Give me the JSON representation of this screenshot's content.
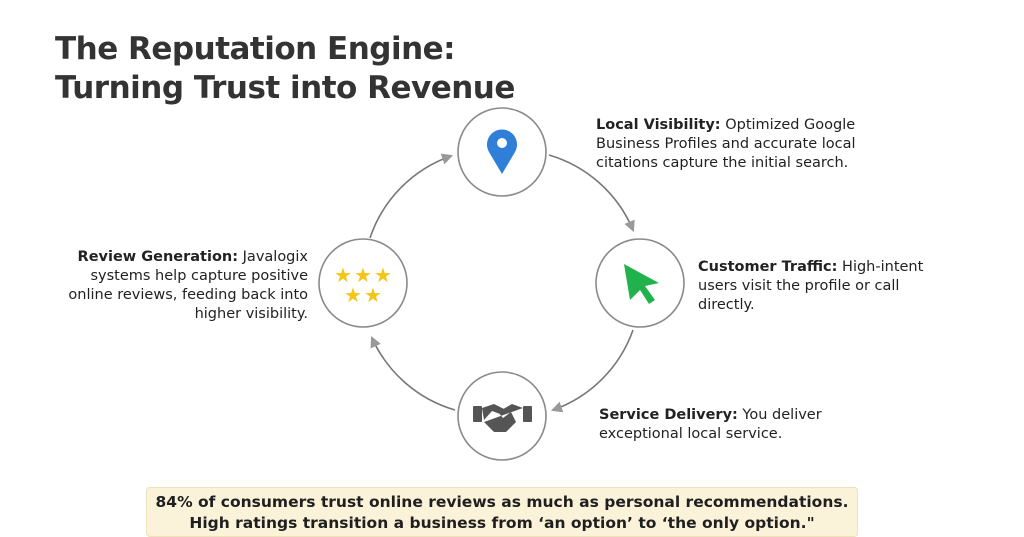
{
  "title": {
    "line1": "The Reputation Engine:",
    "line2": "Turning Trust into Revenue"
  },
  "steps": [
    {
      "icon": "map-pin-icon",
      "color": "#2f7ed8",
      "heading": "Local Visibility:",
      "text": " Optimized Google Business Profiles and accurate local citations capture the initial search."
    },
    {
      "icon": "cursor-arrow-icon",
      "color": "#22b24c",
      "heading": "Customer Traffic:",
      "text": " High-intent users visit the profile or call directly."
    },
    {
      "icon": "handshake-icon",
      "color": "#555555",
      "heading": "Service Delivery:",
      "text": " You deliver exceptional local service."
    },
    {
      "icon": "stars-icon",
      "color": "#f5c518",
      "heading": "Review Generation:",
      "text": " Javalogix systems help capture positive online reviews, feeding back into higher visibility."
    }
  ],
  "callout": {
    "line1": "84% of consumers trust online reviews as much as personal recommendations.",
    "line2": "High ratings transition a business from ‘an option’ to ‘the only option.\""
  }
}
